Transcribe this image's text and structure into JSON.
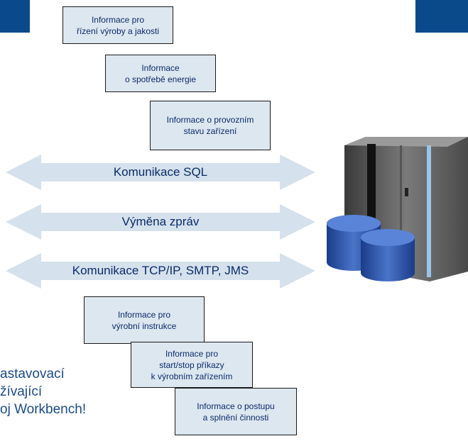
{
  "info_boxes": {
    "production_quality": "Informace pro\nřízení výroby a jakosti",
    "energy": "Informace\no spotřebě energie",
    "equipment_state": "Informace o provozním\nstavu zařízení",
    "production_instructions": "Informace pro\nvýrobní instrukce",
    "start_stop": "Informace pro\nstart/stop příkazy\nk výrobním zařízením",
    "procedure": "Informace o postupu\na splnění činnosti"
  },
  "arrows": {
    "sql": "Komunikace SQL",
    "messaging": "Výměna zpráv",
    "tcpip": "Komunikace TCP/IP, SMTP, JMS"
  },
  "side_text": {
    "line1": "astavovací",
    "line2": "žívající",
    "line3": "oj Workbench!"
  },
  "colors": {
    "accent": "#0a4a8a",
    "box_fill": "#dde7f0",
    "arrow_fill": "#d5e1ec",
    "text": "#0a2a6a"
  }
}
